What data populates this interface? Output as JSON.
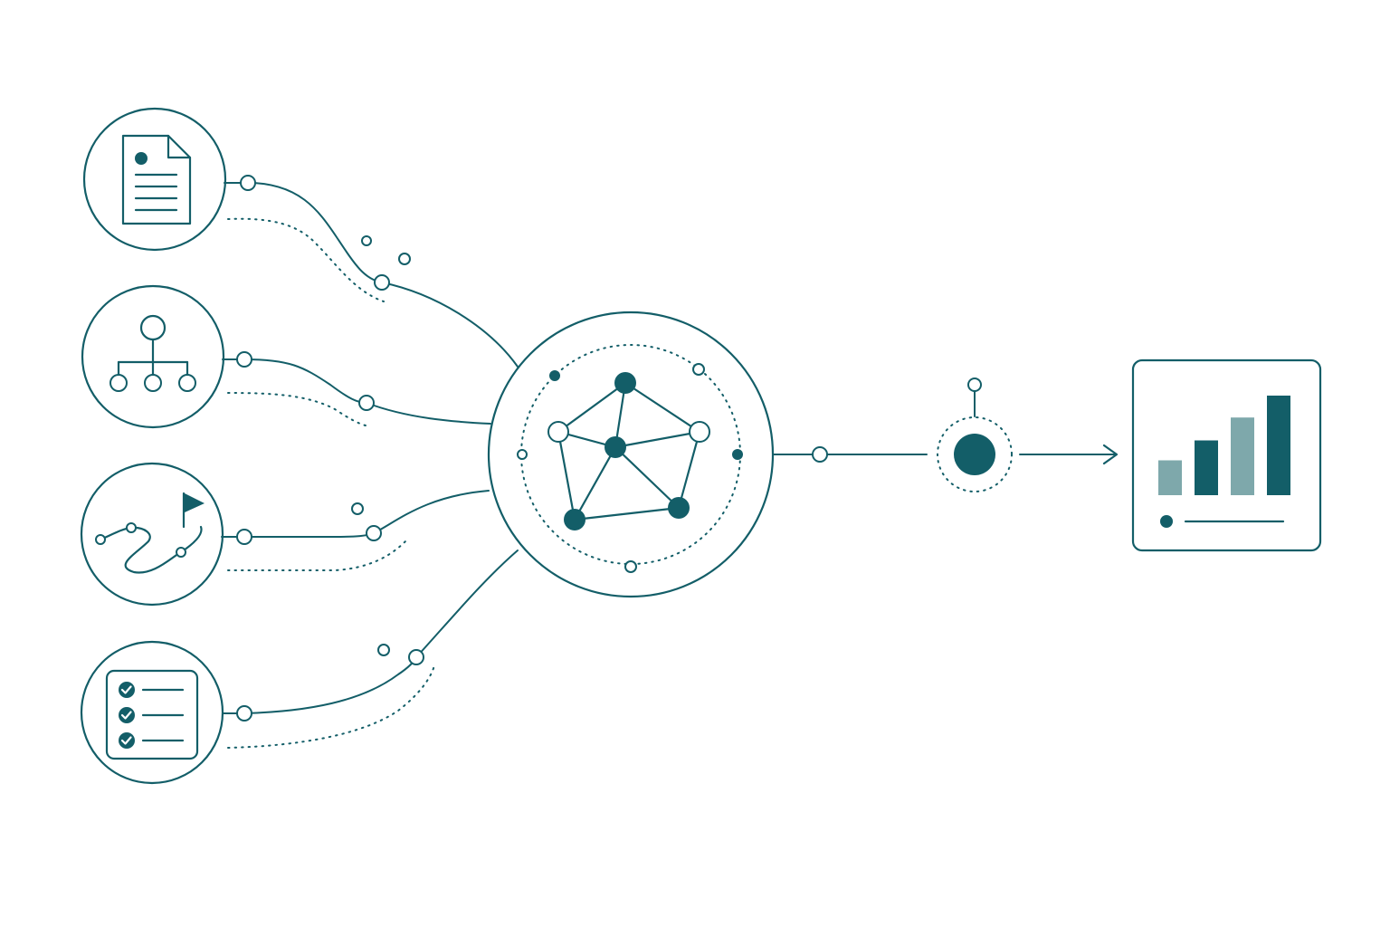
{
  "colors": {
    "primary": "#135e68",
    "bar_light": "#7ea8ab",
    "background": "#ffffff"
  },
  "icons": [
    "document-icon",
    "hierarchy-icon",
    "route-flag-icon",
    "checklist-icon",
    "network-graph-icon",
    "processing-node-icon",
    "bar-chart-icon"
  ],
  "output_chart": {
    "type": "bar",
    "values": [
      0.35,
      0.55,
      0.78,
      1.0
    ],
    "bar_colors": [
      "bar_light",
      "primary",
      "bar_light",
      "primary"
    ]
  }
}
